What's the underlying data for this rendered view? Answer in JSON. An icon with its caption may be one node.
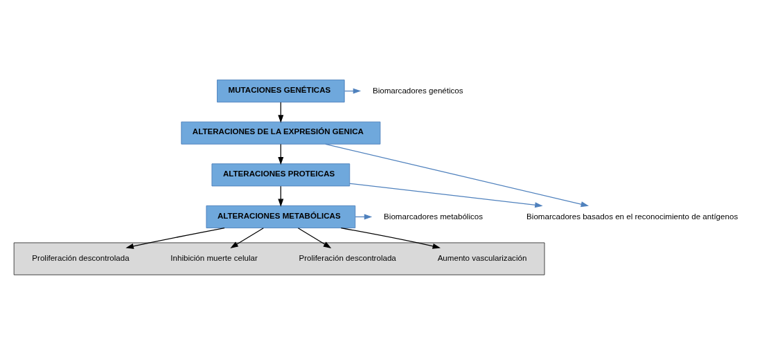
{
  "diagram": {
    "nodes": [
      {
        "text": [
          "MUTACIONES GENÉTICAS"
        ]
      },
      {
        "text": [
          "ALTERACIONES DE LA EXPRESIÓN GENICA"
        ]
      },
      {
        "text": [
          "ALTERACIONES PROTEICAS"
        ]
      },
      {
        "text": [
          "ALTERACIONES METABÓLICAS"
        ]
      },
      {
        "text": [
          "Biomarcadores genéticos"
        ]
      },
      {
        "text": [
          "Biomarcadores basados en el reconocimiento de antígenos"
        ]
      },
      {
        "text": [
          "Biomarcadores metabólicos"
        ]
      },
      {
        "text": [],
        "shape": "box"
      },
      {
        "text": [
          "Proliferación descontrolada"
        ],
        "in": 7
      },
      {
        "text": [
          "Inhibición muerte celular"
        ],
        "in": 7
      },
      {
        "text": [
          "Proliferación descontrolada"
        ],
        "in": 7
      },
      {
        "text": [
          "Aumento vascularización"
        ],
        "in": 7
      }
    ],
    "edges": [
      {
        "from": 0,
        "to": 4,
        "arrow": "to",
        "color": "#4f81bd"
      },
      {
        "from": 0,
        "to": 1,
        "arrow": "to"
      },
      {
        "from": 1,
        "to": 2,
        "arrow": "to"
      },
      {
        "from": 1,
        "to": 5,
        "arrow": "to",
        "color": "#4f81bd"
      },
      {
        "from": 2,
        "to": 5,
        "arrow": "to",
        "color": "#4f81bd"
      },
      {
        "from": 2,
        "to": 3,
        "arrow": "to"
      },
      {
        "from": 3,
        "to": 6,
        "arrow": "to",
        "color": "#4f81bd"
      },
      {
        "from": 3,
        "to": 8,
        "arrow": "to"
      },
      {
        "from": 3,
        "to": 9,
        "arrow": "to"
      },
      {
        "from": 3,
        "to": 10,
        "arrow": "to"
      },
      {
        "from": 3,
        "to": 11,
        "arrow": "to"
      }
    ]
  }
}
